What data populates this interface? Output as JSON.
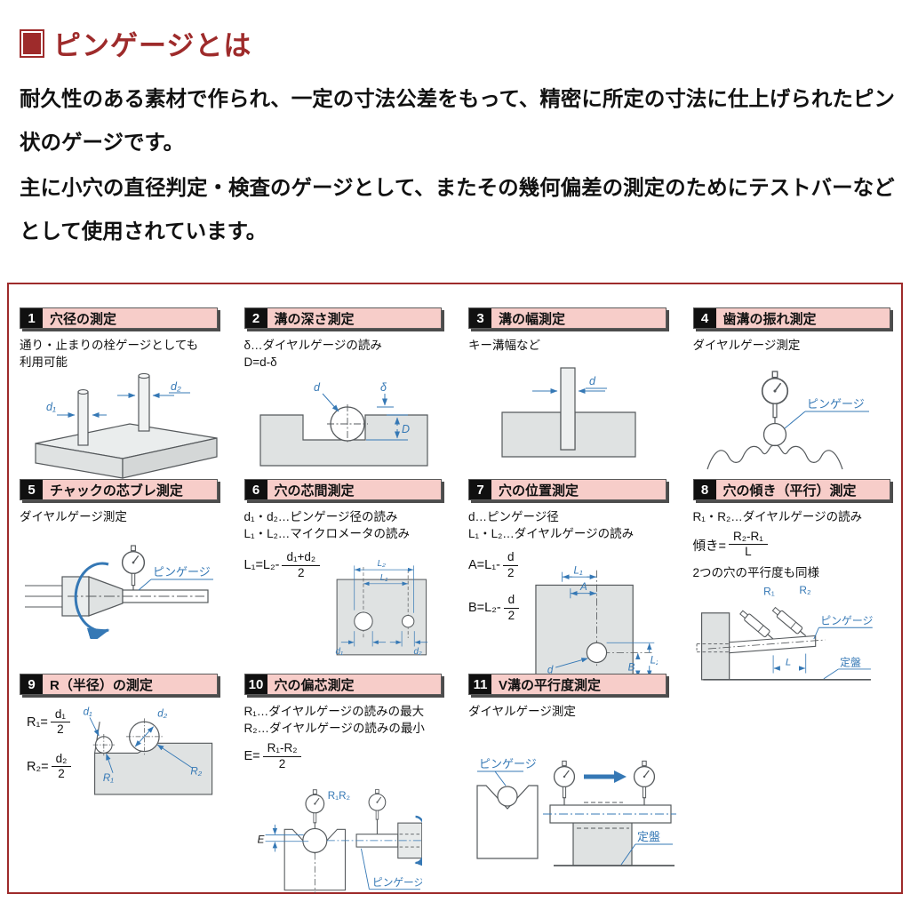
{
  "page": {
    "title": "ピンゲージとは",
    "intro1": "耐久性のある素材で作られ、一定の寸法公差をもって、精密に所定の寸法に仕上げられたピン状のゲージです。",
    "intro2": "主に小穴の直径判定・検査のゲージとして、またその幾何偏差の測定のためにテストバーなどとして使用されています。"
  },
  "colors": {
    "accent_red": "#9E2B2B",
    "header_pink": "#F7CDC9",
    "number_box_black": "#101010",
    "dimension_blue": "#3578B5",
    "diagram_gray": "#DFE2E2"
  },
  "items": [
    {
      "num": "1",
      "title": "穴径の測定",
      "desc": [
        "通り・止まりの栓ゲージとしても",
        "利用可能"
      ],
      "labels": {
        "d1": "d₁",
        "d2": "d₂"
      }
    },
    {
      "num": "2",
      "title": "溝の深さ測定",
      "desc": [
        "δ…ダイヤルゲージの読み",
        "D=d-δ"
      ],
      "labels": {
        "d": "d",
        "delta": "δ",
        "D": "D"
      }
    },
    {
      "num": "3",
      "title": "溝の幅測定",
      "desc": [
        "キー溝幅など"
      ],
      "labels": {
        "d": "d"
      }
    },
    {
      "num": "4",
      "title": "歯溝の振れ測定",
      "desc": [
        "ダイヤルゲージ測定"
      ],
      "labels": {
        "pin": "ピンゲージ"
      }
    },
    {
      "num": "5",
      "title": "チャックの芯ブレ測定",
      "desc": [
        "ダイヤルゲージ測定"
      ],
      "labels": {
        "pin": "ピンゲージ"
      }
    },
    {
      "num": "6",
      "title": "穴の芯間測定",
      "desc": [
        "d₁・d₂…ピンゲージ径の読み",
        "L₁・L₂…マイクロメータの読み"
      ],
      "formula": {
        "lhs": "L₁=L₂-",
        "num": "d₁+d₂",
        "den": "2"
      },
      "labels": {
        "L2": "L₂",
        "L1": "L₁",
        "d1": "d₁",
        "d2": "d₂"
      }
    },
    {
      "num": "7",
      "title": "穴の位置測定",
      "desc": [
        "d…ピンゲージ径",
        "L₁・L₂…ダイヤルゲージの読み"
      ],
      "formula_a": {
        "lhs": "A=L₁-",
        "num": "d",
        "den": "2"
      },
      "formula_b": {
        "lhs": "B=L₂-",
        "num": "d",
        "den": "2"
      },
      "labels": {
        "L1": "L₁",
        "A": "A",
        "L2": "L₂",
        "B": "B",
        "d": "d"
      }
    },
    {
      "num": "8",
      "title": "穴の傾き（平行）測定",
      "desc": [
        "R₁・R₂…ダイヤルゲージの読み"
      ],
      "formula": {
        "lhs": "傾き=",
        "num": "R₂-R₁",
        "den": "L"
      },
      "note": "2つの穴の平行度も同様",
      "labels": {
        "R1": "R₁",
        "R2": "R₂",
        "pin": "ピンゲージ",
        "teiban": "定盤",
        "L": "L"
      }
    },
    {
      "num": "9",
      "title": "R（半径）の測定",
      "formula_a": {
        "lhs": "R₁=",
        "num": "d₁",
        "den": "2"
      },
      "formula_b": {
        "lhs": "R₂=",
        "num": "d₂",
        "den": "2"
      },
      "labels": {
        "d1": "d₁",
        "d2": "d₂",
        "R1": "R₁",
        "R2": "R₂"
      }
    },
    {
      "num": "10",
      "title": "穴の偏芯測定",
      "desc": [
        "R₁…ダイヤルゲージの読みの最大",
        "R₂…ダイヤルゲージの読みの最小"
      ],
      "formula": {
        "lhs": "E=",
        "num": "R₁-R₂",
        "den": "2"
      },
      "labels": {
        "E": "E",
        "r1r2": "R₁R₂",
        "pin": "ピンゲージ"
      }
    },
    {
      "num": "11",
      "title": "V溝の平行度測定",
      "desc": [
        "ダイヤルゲージ測定"
      ],
      "labels": {
        "pin": "ピンゲージ",
        "teiban": "定盤"
      }
    }
  ]
}
